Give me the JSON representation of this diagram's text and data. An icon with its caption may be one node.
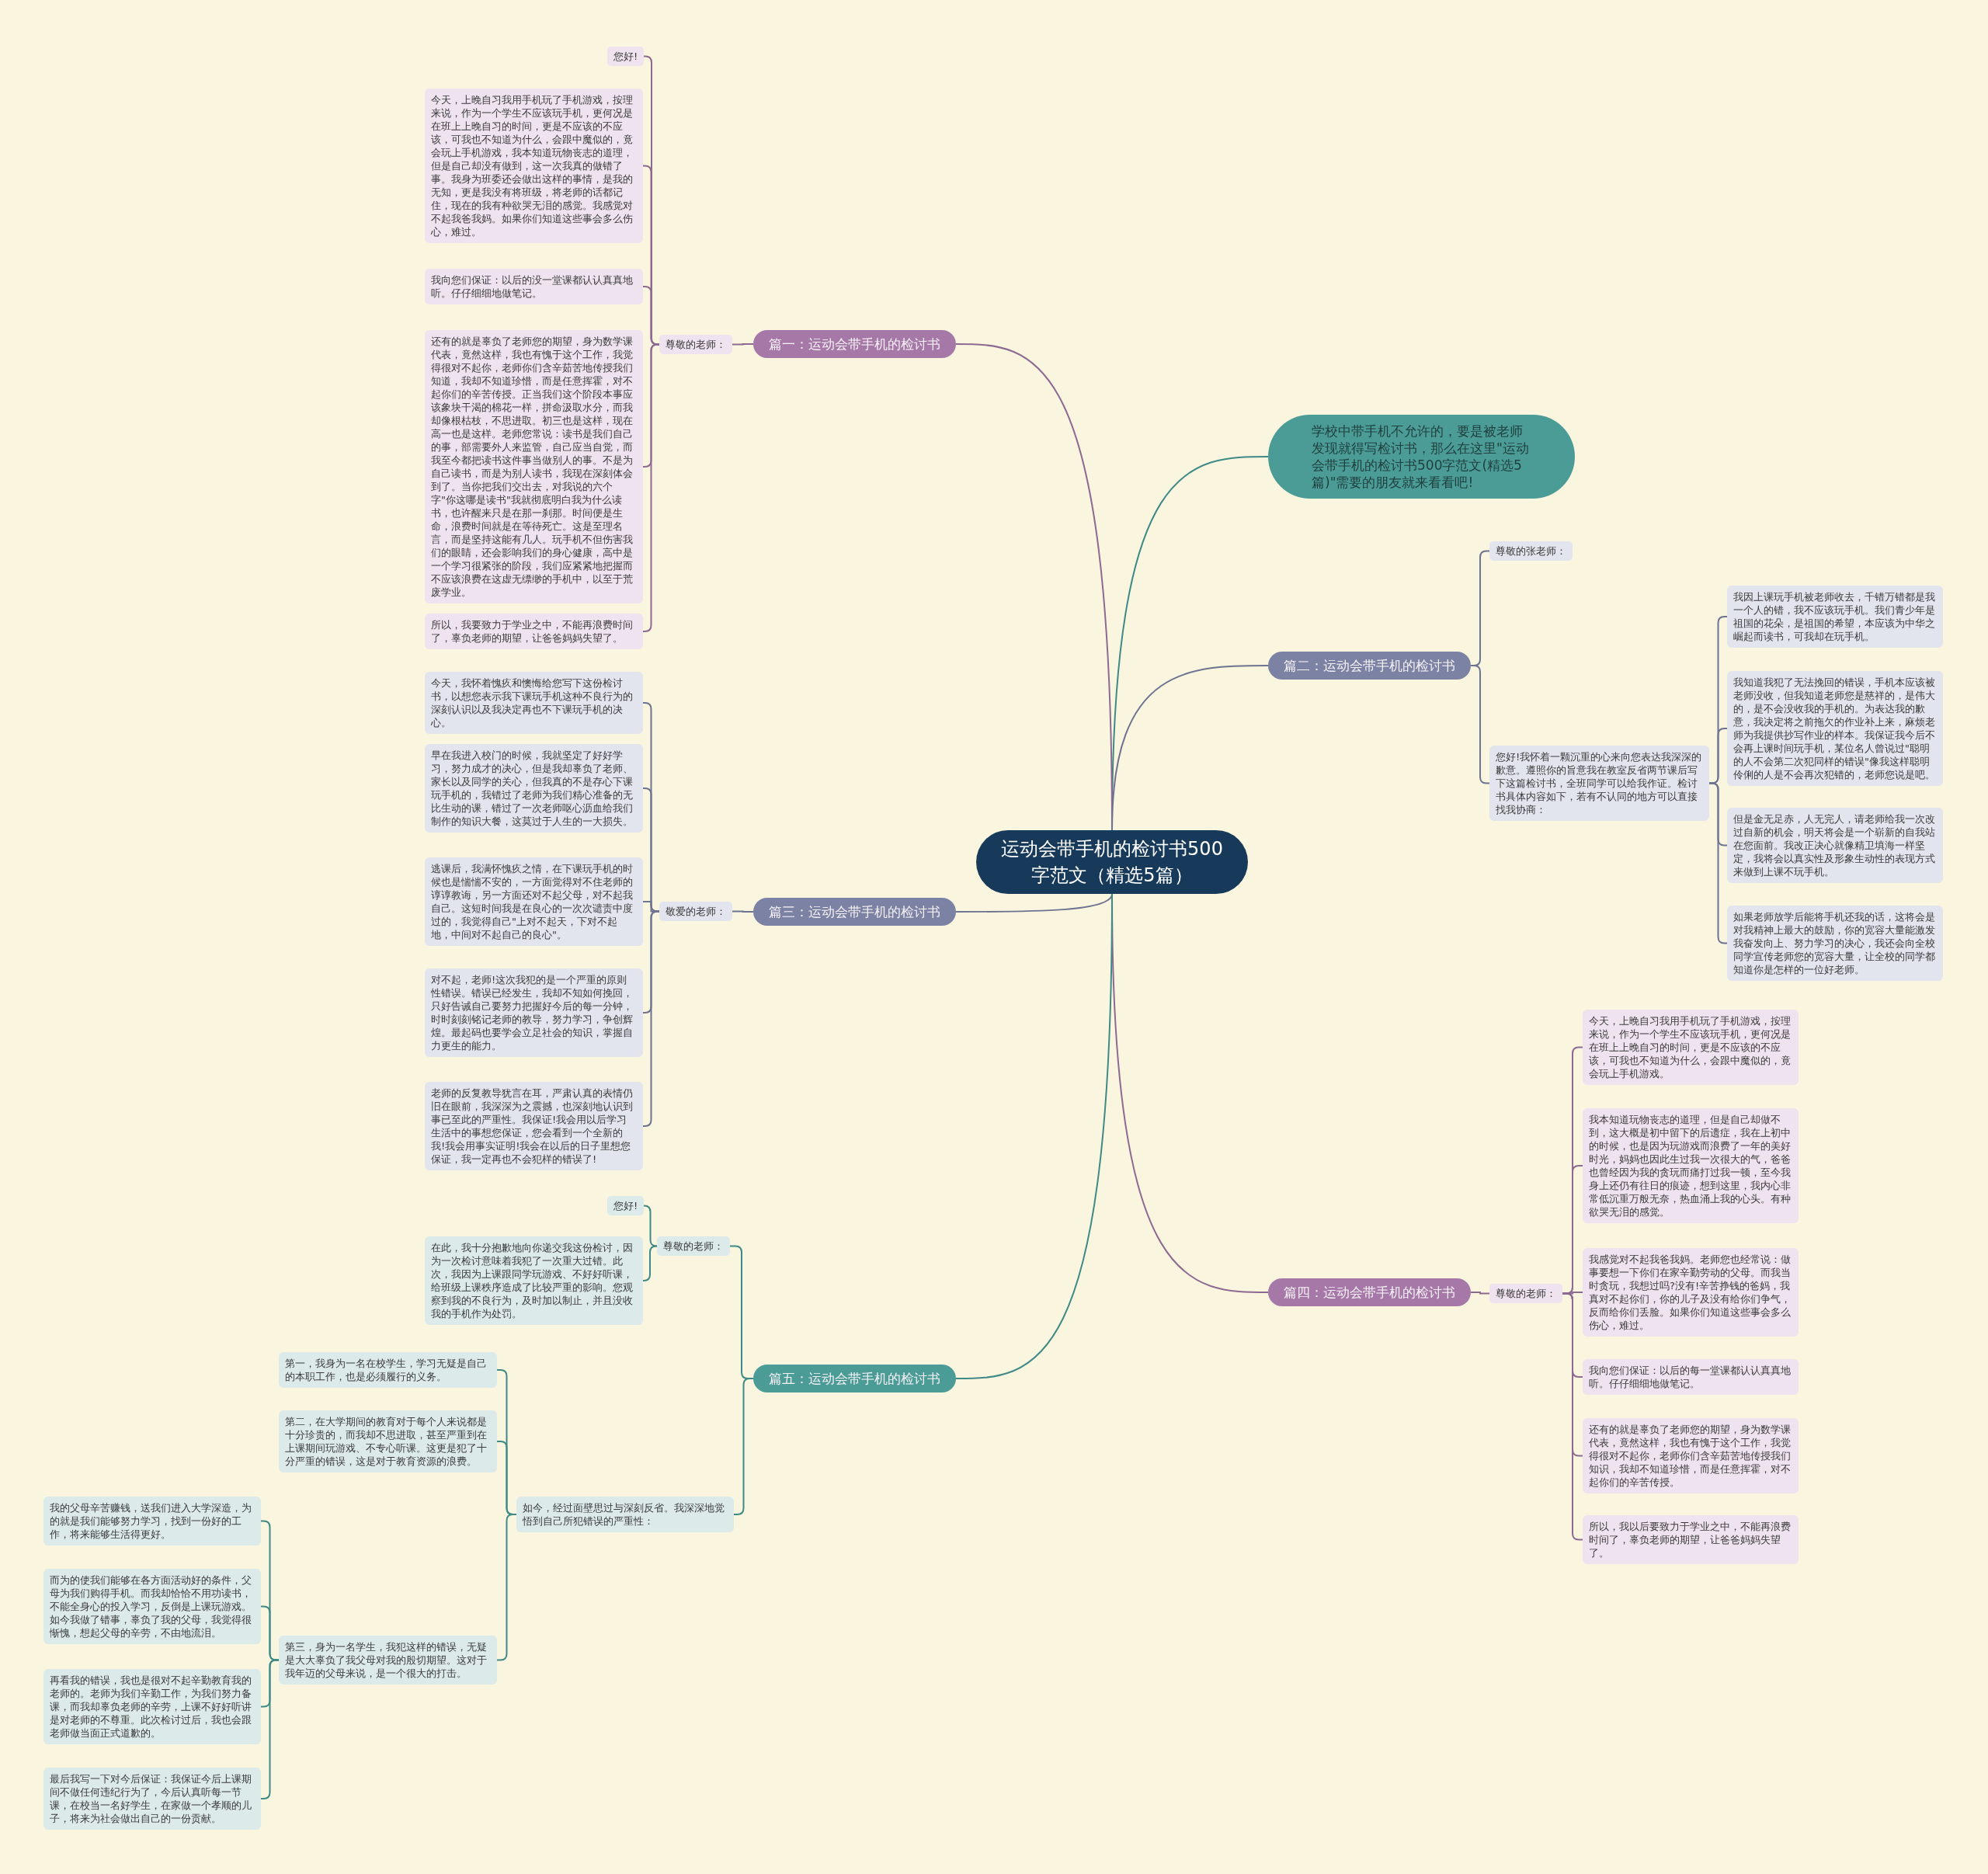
{
  "diagram": {
    "nodes": [
      {
        "text": [
          "运动会带手机的检讨书500字范文（精选5篇）"
        ]
      },
      {
        "text": [
          "学校中带手机不允许的，要是被老师发现就得写检讨书，那么在这里\"运动会带手机的检讨书500字范文(精选5篇)\"需要的朋友就来看看吧!"
        ]
      },
      {
        "text": [
          "篇一：运动会带手机的检讨书"
        ]
      },
      {
        "text": [
          "尊敬的老师："
        ]
      },
      {
        "text": [
          "您好!"
        ]
      },
      {
        "text": [
          "今天，上晚自习我用手机玩了手机游戏，按理来说，作为一个学生不应该玩手机，更何况是在班上上晚自习的时间，更是不应该的不应该，可我也不知道为什么，会跟中魔似的，竟会玩上手机游戏，我本知道玩物丧志的道理，但是自己却没有做到，这一次我真的做错了事。我身为班委还会做出这样的事情，是我的无知，更是我没有将班级，将老师的话都记住，现在的我有种欲哭无泪的感觉。我感觉对不起我爸我妈。如果你们知道这些事会多么伤心，难过。"
        ]
      },
      {
        "text": [
          "我向您们保证：以后的没一堂课都认认真真地听。仔仔细细地做笔记。"
        ]
      },
      {
        "text": [
          "还有的就是辜负了老师您的期望，身为数学课代表，竟然这样，我也有愧于这个工作，我觉得很对不起你，老师你们含辛茹苦地传授我们知道，我却不知道珍惜，而是任意挥霍，对不起你们的辛苦传授。正当我们这个阶段本事应该象块干渴的棉花一样，拼命汲取水分，而我却像根枯枝，不思进取。初三也是这样，现在高一也是这样。老师您常说：读书是我们自己的事，部需要外人来监管，自己应当自觉，而我至今都把读书这件事当做别人的事。不是为自己读书，而是为别人读书，我现在深刻体会到了。当你把我们交出去，对我说的六个字\"你这哪是读书\"我就彻底明白我为什么读书，也许醒来只是在那一刹那。时间便是生命，浪费时间就是在等待死亡。这是至理名言，而是坚持这能有几人。玩手机不但伤害我们的眼睛，还会影响我们的身心健康，高中是一个学习很紧张的阶段，我们应紧紧地把握而不应该浪费在这虚无缥缈的手机中，以至于荒废学业。"
        ]
      },
      {
        "text": [
          "所以，我要致力于学业之中，不能再浪费时间了，辜负老师的期望，让爸爸妈妈失望了。"
        ]
      },
      {
        "text": [
          "篇二：运动会带手机的检讨书"
        ]
      },
      {
        "text": [
          "尊敬的张老师："
        ]
      },
      {
        "text": [
          "您好!我怀着一颗沉重的心来向您表达我深深的歉意。遵照你的旨意我在教室反省两节课后写下这篇检讨书，全班同学可以给我作证。检讨书具体内容如下，若有不认同的地方可以直接找我协商："
        ]
      },
      {
        "text": [
          "我因上课玩手机被老师收去，千错万错都是我一个人的错，我不应该玩手机。我们青少年是祖国的花朵，是祖国的希望，本应该为中华之崛起而读书，可我却在玩手机。"
        ]
      },
      {
        "text": [
          "我知道我犯了无法挽回的错误，手机本应该被老师没收，但我知道老师您是慈祥的，是伟大的，是不会没收我的手机的。为表达我的歉意，我决定将之前拖欠的作业补上来，麻烦老师为我提供抄写作业的样本。我保证我今后不会再上课时间玩手机，某位名人曾说过\"聪明的人不会第二次犯同样的错误\"像我这样聪明伶俐的人是不会再次犯错的，老师您说是吧。"
        ]
      },
      {
        "text": [
          "但是金无足赤，人无完人，请老师给我一次改过自新的机会，明天将会是一个崭新的自我站在您面前。我改正决心就像精卫填海一样坚定，我将会以真实性及形象生动性的表现方式来做到上课不玩手机。"
        ]
      },
      {
        "text": [
          "如果老师放学后能将手机还我的话，这将会是对我精神上最大的鼓励，你的宽容大量能激发我奋发向上、努力学习的决心，我还会向全校同学宣传老师您的宽容大量，让全校的同学都知道你是怎样的一位好老师。"
        ]
      },
      {
        "text": [
          "篇三：运动会带手机的检讨书"
        ]
      },
      {
        "text": [
          "敬爱的老师："
        ]
      },
      {
        "text": [
          "今天，我怀着愧疚和懊悔给您写下这份检讨书，以想您表示我下课玩手机这种不良行为的深刻认识以及我决定再也不下课玩手机的决心。"
        ]
      },
      {
        "text": [
          "早在我进入校门的时候，我就坚定了好好学习，努力成才的决心，但是我却辜负了老师、家长以及同学的关心，但我真的不是存心下课玩手机的，我错过了老师为我们精心准备的无比生动的课，错过了一次老师呕心沥血给我们制作的知识大餐，这莫过于人生的一大损失。"
        ]
      },
      {
        "text": [
          "逃课后，我满怀愧疚之情，在下课玩手机的时候也是惴惴不安的，一方面觉得对不住老师的谆谆教诲，另一方面还对不起父母，对不起我自己。这短时间我是在良心的一次次谴责中度过的，我觉得自己\"上对不起天，下对不起地，中间对不起自己的良心\"。"
        ]
      },
      {
        "text": [
          "对不起，老师!这次我犯的是一个严重的原则性错误。错误已经发生，我却不知如何挽回，只好告诫自己要努力把握好今后的每一分钟，时时刻刻铭记老师的教导，努力学习，争创辉煌。最起码也要学会立足社会的知识，掌握自力更生的能力。"
        ]
      },
      {
        "text": [
          "老师的反复教导犹言在耳，严肃认真的表情仍旧在眼前，我深深为之震撼，也深刻地认识到事已至此的严重性。我保证!我会用以后学习生活中的事想您保证，您会看到一个全新的我!我会用事实证明!我会在以后的日子里想您保证，我一定再也不会犯样的错误了!"
        ]
      },
      {
        "text": [
          "篇四：运动会带手机的检讨书"
        ]
      },
      {
        "text": [
          "尊敬的老师："
        ]
      },
      {
        "text": [
          "今天，上晚自习我用手机玩了手机游戏，按理来说，作为一个学生不应该玩手机，更何况是在班上上晚自习的时间，更是不应该的不应该，可我也不知道为什么，会跟中魔似的，竟会玩上手机游戏。"
        ]
      },
      {
        "text": [
          "我本知道玩物丧志的道理，但是自己却做不到，这大概是初中留下的后遗症，我在上初中的时候，也是因为玩游戏而浪费了一年的美好时光，妈妈也因此生过我一次很大的气，爸爸也曾经因为我的贪玩而痛打过我一顿，至今我身上还仍有往日的痕迹，想到这里，我内心非常低沉重万般无奈，热血涌上我的心头。有种欲哭无泪的感觉。"
        ]
      },
      {
        "text": [
          "我感觉对不起我爸我妈。老师您也经常说：做事要想一下你们在家辛勤劳动的父母。而我当时贪玩，我想过吗?没有!辛苦挣钱的爸妈，我真对不起你们，你的儿子及没有给你们争气，反而给你们丢脸。如果你们知道这些事会多么伤心，难过。"
        ]
      },
      {
        "text": [
          "我向您们保证：以后的每一堂课都认认真真地听。仔仔细细地做笔记。"
        ]
      },
      {
        "text": [
          "还有的就是辜负了老师您的期望，身为数学课代表，竟然这样，我也有愧于这个工作，我觉得很对不起你，老师你们含辛茹苦地传授我们知识，我却不知道珍惜，而是任意挥霍，对不起你们的辛苦传授。"
        ]
      },
      {
        "text": [
          "所以，我以后要致力于学业之中，不能再浪费时间了，辜负老师的期望，让爸爸妈妈失望了。"
        ]
      },
      {
        "text": [
          "篇五：运动会带手机的检讨书"
        ]
      },
      {
        "text": [
          "尊敬的老师："
        ]
      },
      {
        "text": [
          "您好!"
        ]
      },
      {
        "text": [
          "在此，我十分抱歉地向你递交我这份检讨，因为一次检讨意味着我犯了一次重大过错。此次，我因为上课跟同学玩游戏、不好好听课，给班级上课秩序造成了比较严重的影响。您观察到我的不良行为，及时加以制止，并且没收我的手机作为处罚。"
        ]
      },
      {
        "text": [
          "如今，经过面壁思过与深刻反省。我深深地觉悟到自己所犯错误的严重性："
        ]
      },
      {
        "text": [
          "第一，我身为一名在校学生，学习无疑是自己的本职工作，也是必须履行的义务。"
        ]
      },
      {
        "text": [
          "第二，在大学期间的教育对于每个人来说都是十分珍贵的，而我却不思进取，甚至严重到在上课期间玩游戏、不专心听课。这更是犯了十分严重的错误，这是对于教育资源的浪费。"
        ]
      },
      {
        "text": [
          "第三，身为一名学生，我犯这样的错误，无疑是大大辜负了我父母对我的殷切期望。这对于我年迈的父母来说，是一个很大的打击。"
        ]
      },
      {
        "text": [
          "我的父母辛苦赚钱，送我们进入大学深造，为的就是我们能够努力学习，找到一份好的工作，将来能够生活得更好。"
        ]
      },
      {
        "text": [
          "而为的使我们能够在各方面活动好的条件，父母为我们购得手机。而我却恰恰不用功读书，不能全身心的投入学习，反倒是上课玩游戏。如今我做了错事，辜负了我的父母，我觉得很惭愧，想起父母的辛劳，不由地流泪。"
        ]
      },
      {
        "text": [
          "再看我的错误，我也是很对不起辛勤教育我的老师的。老师为我们辛勤工作，为我们努力备课，而我却辜负老师的辛劳，上课不好好听讲是对老师的不尊重。此次检讨过后，我也会跟老师做当面正式道歉的。"
        ]
      },
      {
        "text": [
          "最后我写一下对今后保证：我保证今后上课期间不做任何违纪行为了，今后认真听每一节课，在校当一名好学生，在家做一个孝顺的儿子，将来为社会做出自己的一份贡献。"
        ]
      }
    ],
    "edges": [
      {
        "from": 0,
        "to": 1,
        "arrow": "none",
        "color": "#3f8a86"
      },
      {
        "from": 0,
        "to": 2,
        "arrow": "none"
      },
      {
        "from": 2,
        "to": 3,
        "arrow": "none"
      },
      {
        "from": 3,
        "to": 4,
        "arrow": "none"
      },
      {
        "from": 3,
        "to": 5,
        "arrow": "none"
      },
      {
        "from": 3,
        "to": 6,
        "arrow": "none"
      },
      {
        "from": 3,
        "to": 7,
        "arrow": "none"
      },
      {
        "from": 3,
        "to": 8,
        "arrow": "none"
      },
      {
        "from": 0,
        "to": 9,
        "arrow": "none",
        "color": "#6d7390"
      },
      {
        "from": 9,
        "to": 10,
        "arrow": "none",
        "color": "#6d7390"
      },
      {
        "from": 9,
        "to": 11,
        "arrow": "none",
        "color": "#6d7390"
      },
      {
        "from": 11,
        "to": 12,
        "arrow": "none",
        "color": "#6d7390"
      },
      {
        "from": 11,
        "to": 13,
        "arrow": "none",
        "color": "#6d7390"
      },
      {
        "from": 11,
        "to": 14,
        "arrow": "none",
        "color": "#6d7390"
      },
      {
        "from": 11,
        "to": 15,
        "arrow": "none",
        "color": "#6d7390"
      },
      {
        "from": 0,
        "to": 16,
        "arrow": "none",
        "color": "#6d7390"
      },
      {
        "from": 16,
        "to": 17,
        "arrow": "none",
        "color": "#6d7390"
      },
      {
        "from": 17,
        "to": 18,
        "arrow": "none",
        "color": "#6d7390"
      },
      {
        "from": 17,
        "to": 19,
        "arrow": "none",
        "color": "#6d7390"
      },
      {
        "from": 17,
        "to": 20,
        "arrow": "none",
        "color": "#6d7390"
      },
      {
        "from": 17,
        "to": 21,
        "arrow": "none",
        "color": "#6d7390"
      },
      {
        "from": 17,
        "to": 22,
        "arrow": "none",
        "color": "#6d7390"
      },
      {
        "from": 0,
        "to": 23,
        "arrow": "none"
      },
      {
        "from": 23,
        "to": 24,
        "arrow": "none"
      },
      {
        "from": 24,
        "to": 25,
        "arrow": "none"
      },
      {
        "from": 24,
        "to": 26,
        "arrow": "none"
      },
      {
        "from": 24,
        "to": 27,
        "arrow": "none"
      },
      {
        "from": 24,
        "to": 28,
        "arrow": "none"
      },
      {
        "from": 24,
        "to": 29,
        "arrow": "none"
      },
      {
        "from": 24,
        "to": 30,
        "arrow": "none"
      },
      {
        "from": 0,
        "to": 31,
        "arrow": "none",
        "color": "#3f8a86"
      },
      {
        "from": 31,
        "to": 32,
        "arrow": "none",
        "color": "#3f8a86"
      },
      {
        "from": 32,
        "to": 33,
        "arrow": "none",
        "color": "#3f8a86"
      },
      {
        "from": 32,
        "to": 34,
        "arrow": "none",
        "color": "#3f8a86"
      },
      {
        "from": 31,
        "to": 35,
        "arrow": "none",
        "color": "#3f8a86"
      },
      {
        "from": 35,
        "to": 36,
        "arrow": "none",
        "color": "#3f8a86"
      },
      {
        "from": 35,
        "to": 37,
        "arrow": "none",
        "color": "#3f8a86"
      },
      {
        "from": 35,
        "to": 38,
        "arrow": "none",
        "color": "#3f8a86"
      },
      {
        "from": 38,
        "to": 39,
        "arrow": "none",
        "color": "#3f8a86"
      },
      {
        "from": 38,
        "to": 40,
        "arrow": "none",
        "color": "#3f8a86"
      },
      {
        "from": 38,
        "to": 41,
        "arrow": "none",
        "color": "#3f8a86"
      },
      {
        "from": 38,
        "to": 42,
        "arrow": "none",
        "color": "#3f8a86"
      }
    ]
  }
}
